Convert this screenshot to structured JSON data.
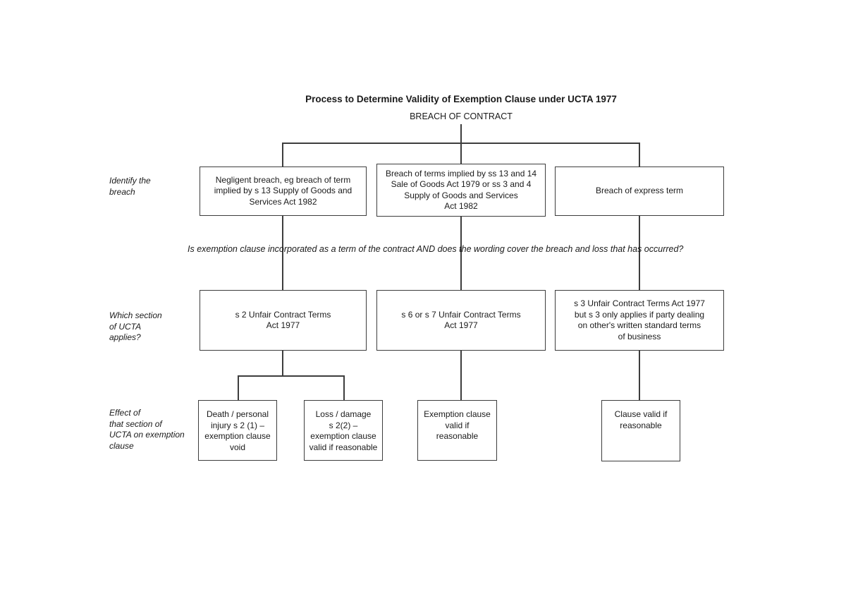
{
  "page": {
    "title": "Process to Determine Validity of Exemption Clause under UCTA 1977",
    "root_node": "BREACH OF CONTRACT",
    "incorporation_question": "Is exemption clause incorporated as a term of the contract AND does the wording cover the breach and loss that has occurred?"
  },
  "side_labels": {
    "identify_breach": "Identify the\nbreach",
    "which_section": "Which section\nof UCTA\napplies?",
    "effect_of_section": "Effect of\nthat section of\nUCTA on exemption\nclause"
  },
  "boxes": {
    "negligent_breach": "Negligent breach, eg breach of term\nimplied by s 13 Supply of Goods and\nServices Act 1982",
    "implied_terms_breach": "Breach of terms implied by ss 13 and 14\nSale of Goods Act 1979 or ss 3 and 4\nSupply of Goods and Services\nAct 1982",
    "express_term_breach": "Breach of express term",
    "section_2": "s 2 Unfair Contract Terms\nAct 1977",
    "section_6_or_7": "s 6 or s 7 Unfair Contract Terms\nAct 1977",
    "section_3": "s 3 Unfair Contract Terms Act 1977\nbut s 3 only applies if party dealing\non other's written standard terms\nof business",
    "death_personal_injury": "Death / personal\ninjury s  2 (1) –\nexemption clause\nvoid",
    "loss_damage": "Loss / damage\ns 2(2) –\nexemption clause\nvalid if reasonable",
    "exemption_valid_reasonable": "Exemption clause\nvalid if\nreasonable",
    "clause_valid_reasonable": "Clause valid if\nreasonable"
  },
  "colors": {
    "line": "#3d3d3d",
    "text": "#1a1a1a",
    "background": "#ffffff"
  }
}
